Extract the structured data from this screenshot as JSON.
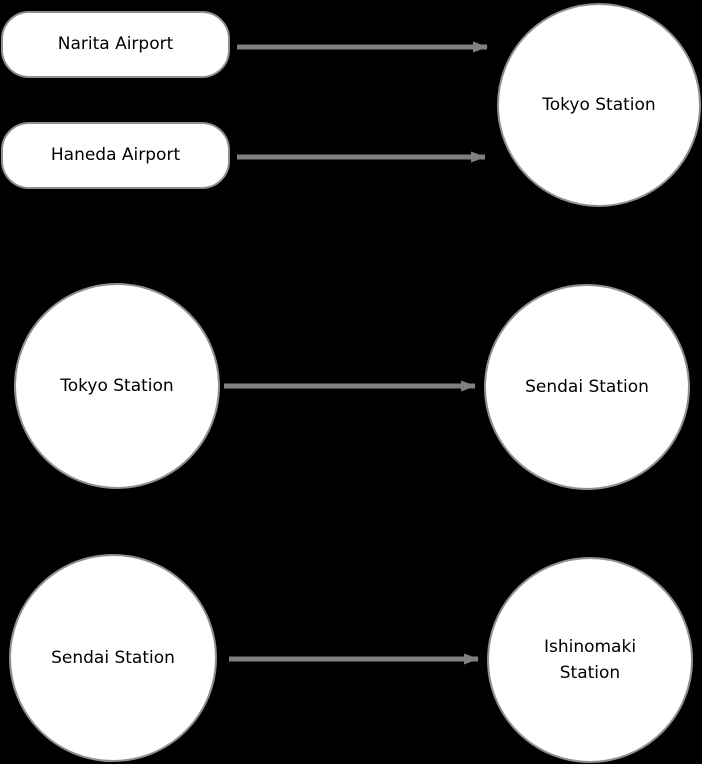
{
  "diagram": {
    "type": "flowchart",
    "direction": "left-to-right",
    "background_color": "#000000",
    "node_fill_color": "#ffffff",
    "node_border_color": "#8f8f8f",
    "arrow_color": "#808080",
    "text_color": "#000000",
    "nodes": [
      {
        "id": "narita-airport",
        "label": "Narita Airport",
        "shape": "stadium"
      },
      {
        "id": "haneda-airport",
        "label": "Haneda Airport",
        "shape": "stadium"
      },
      {
        "id": "tokyo-station-top",
        "label": "Tokyo Station",
        "shape": "circle"
      },
      {
        "id": "tokyo-station-mid",
        "label": "Tokyo Station",
        "shape": "circle"
      },
      {
        "id": "sendai-station-mid",
        "label": "Sendai Station",
        "shape": "circle"
      },
      {
        "id": "sendai-station-bottom",
        "label": "Sendai Station",
        "shape": "circle"
      },
      {
        "id": "ishinomaki-station",
        "label": "Ishinomaki Station",
        "shape": "circle"
      }
    ],
    "edges": [
      {
        "from": "Narita Airport",
        "to": "Tokyo Station",
        "style": "arrow-right"
      },
      {
        "from": "Haneda Airport",
        "to": "Tokyo Station",
        "style": "arrow-right"
      },
      {
        "from": "Tokyo Station",
        "to": "Sendai Station",
        "style": "arrow-right"
      },
      {
        "from": "Sendai Station",
        "to": "Ishinomaki Station",
        "style": "arrow-right"
      }
    ]
  }
}
